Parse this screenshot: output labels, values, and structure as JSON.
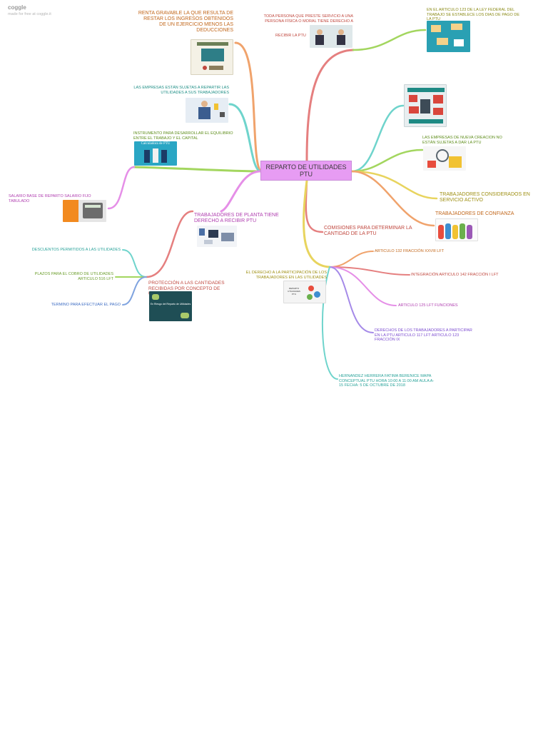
{
  "header": {
    "brand": "coggle",
    "made_for": "made for free at coggle.it"
  },
  "central": {
    "title": "REPARTO DE UTILIDADES PTU"
  },
  "colors": {
    "central_fill": "#e79cf3",
    "orange": "#f0a36c",
    "teal": "#6fd4cc",
    "green": "#a3d65f",
    "pink": "#e58fe7",
    "red": "#e57f7f",
    "yellow": "#e8d45e",
    "purple": "#a58ae8"
  },
  "nodes": {
    "renta_gravable": "RENTA GRAVABLE LA QUE RESULTA DE RESTAR LOS INGRESOS OBTENIDOS DE UN EJERCICIO MENOS LAS DEDUCCIONES",
    "empresas_sujetas": "LAS EMPRESAS ESTÁN SUJETAS A REPARTIR LAS UTILIDADES A SUS TRABAJADORES",
    "instrumento": "INSTRUMENTO PARA DESARROLLAR EL EQUILIBRIO ENTRE EL TRABAJO Y EL CAPITAL",
    "salario_base": "SALARIO BASE DE REPARTO SALARIO FIJO TABULADO",
    "trabajadores_planta": "TRABAJADORES DE PLANTA TIENE DERECHO A RECIBIR PTU",
    "toda_persona": "TODA PERSONA QUE PRESTE SERVICIO A UNA PERSONA FÍSICA O MORAL TIENE DERECHO A",
    "recibir_ptu": "RECIBIR LA PTU",
    "articulo_123": "EN EL ARTICULO 123 DE LA LEY FEDERAL DEL TRABAJO SE ESTABLECE LOS DIAS DE PAGO DE LA PTU",
    "nueva_creacion": "LAS EMPRESAS DE NUEVA CREACION NO ESTÁN SUJETAS A DAR LA PTU",
    "servicio_activo": "TRABAJADORES CONSIDERADOS EN SERVICIO ACTIVO",
    "confianza": "TRABAJADORES DE CONFIANZA",
    "comisiones": "COMISIONES PARA DETERMINAR LA CANTIDAD DE LA PTU",
    "derecho_participacion": "EL DERECHO A LA PARTICIPACIÓN DE LOS TRABAJADORES EN LAS UTILIDADES",
    "articulo_132": "ARTICULO 132 FRACCIÓN XXVIII LFT",
    "integracion_142": "INTEGRACIÓN ARTICULO 142 FRACCIÓN I LFT",
    "articulo_125": "ARTICULO 125 LFT FUNCIONES",
    "derechos_117": "DERECHOS DE LOS TRABAJADORES A PARTICIPAR EN LA PTU ARTICULO 117 LFT ARTICULO 123 FRACCIÓN IX",
    "autor": "HERNANDEZ HERRERA FATIMA BERENICE MAPA CONCEPTUAL PTU HORA 10:00 A 11:00 AM AULA A-15 FECHA: 5 DE OCTUBRE DE 2018",
    "proteccion": "PROTECCIÓN A LAS CANTIDADES RECIBIDAS POR CONCEPTO DE UTILIDADES",
    "descuentos": "DESCUENTOS PERMITIDOS A LAS UTILIDADES",
    "plazos": "PLAZOS PARA EL COBRO DE UTILIDADES ARTICULO 516 LFT",
    "termino": "TERMINO PARA EFECTUAR EL PAGO"
  },
  "image_text": {
    "calculadora": "Calculadora de PTU",
    "proteccion_img": "En Riesgo del Reparto de Utilidades",
    "derecho_img": "REPARTO UTILIDADES PTU"
  }
}
